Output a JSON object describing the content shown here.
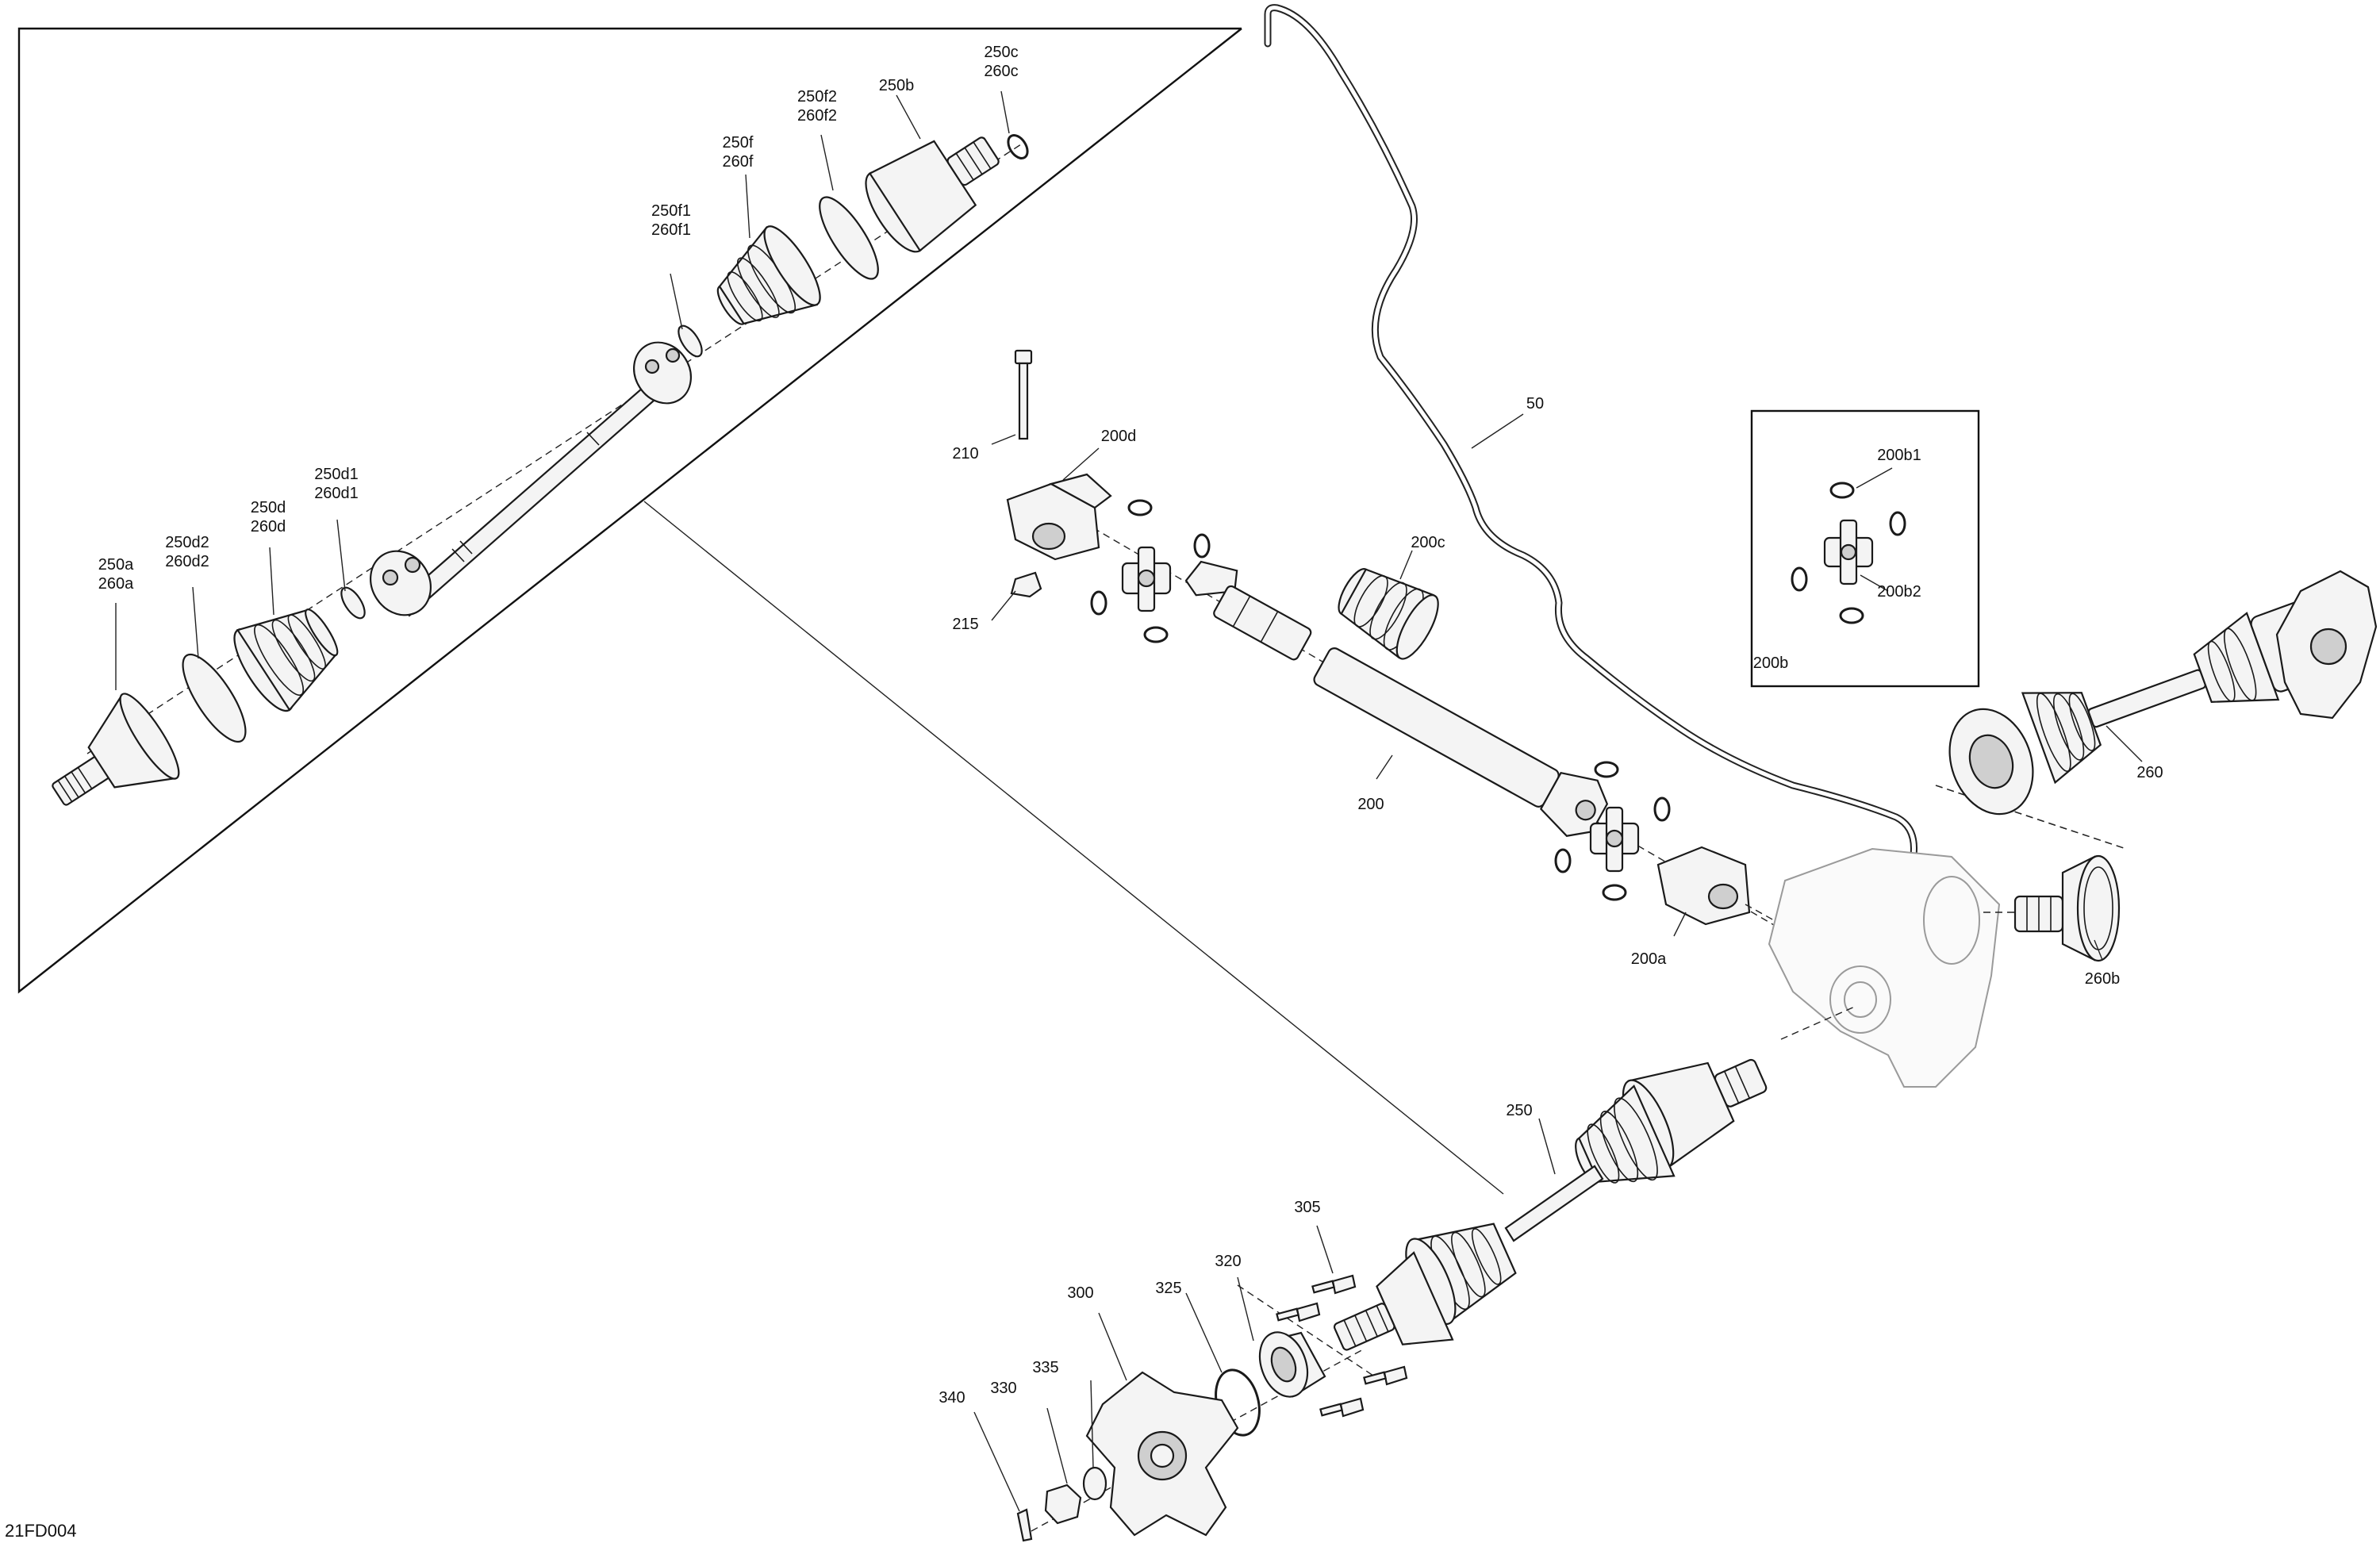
{
  "diagram_code": "21FD004",
  "callouts": [
    {
      "id": "50",
      "lines": [
        "50"
      ]
    },
    {
      "id": "200",
      "lines": [
        "200"
      ]
    },
    {
      "id": "200a",
      "lines": [
        "200a"
      ]
    },
    {
      "id": "200b",
      "lines": [
        "200b"
      ]
    },
    {
      "id": "200b1",
      "lines": [
        "200b1"
      ]
    },
    {
      "id": "200b2",
      "lines": [
        "200b2"
      ]
    },
    {
      "id": "200c",
      "lines": [
        "200c"
      ]
    },
    {
      "id": "200d",
      "lines": [
        "200d"
      ]
    },
    {
      "id": "210",
      "lines": [
        "210"
      ]
    },
    {
      "id": "215",
      "lines": [
        "215"
      ]
    },
    {
      "id": "250",
      "lines": [
        "250"
      ]
    },
    {
      "id": "250a",
      "lines": [
        "250a",
        "260a"
      ]
    },
    {
      "id": "250b",
      "lines": [
        "250b"
      ]
    },
    {
      "id": "250c",
      "lines": [
        "250c",
        "260c"
      ]
    },
    {
      "id": "250d",
      "lines": [
        "250d",
        "260d"
      ]
    },
    {
      "id": "250d1",
      "lines": [
        "250d1",
        "260d1"
      ]
    },
    {
      "id": "250d2",
      "lines": [
        "250d2",
        "260d2"
      ]
    },
    {
      "id": "250f",
      "lines": [
        "250f",
        "260f"
      ]
    },
    {
      "id": "250f1",
      "lines": [
        "250f1",
        "260f1"
      ]
    },
    {
      "id": "250f2",
      "lines": [
        "250f2",
        "260f2"
      ]
    },
    {
      "id": "260",
      "lines": [
        "260"
      ]
    },
    {
      "id": "260b",
      "lines": [
        "260b"
      ]
    },
    {
      "id": "300",
      "lines": [
        "300"
      ]
    },
    {
      "id": "305",
      "lines": [
        "305"
      ]
    },
    {
      "id": "320",
      "lines": [
        "320"
      ]
    },
    {
      "id": "325",
      "lines": [
        "325"
      ]
    },
    {
      "id": "330",
      "lines": [
        "330"
      ]
    },
    {
      "id": "335",
      "lines": [
        "335"
      ]
    },
    {
      "id": "340",
      "lines": [
        "340"
      ]
    }
  ]
}
